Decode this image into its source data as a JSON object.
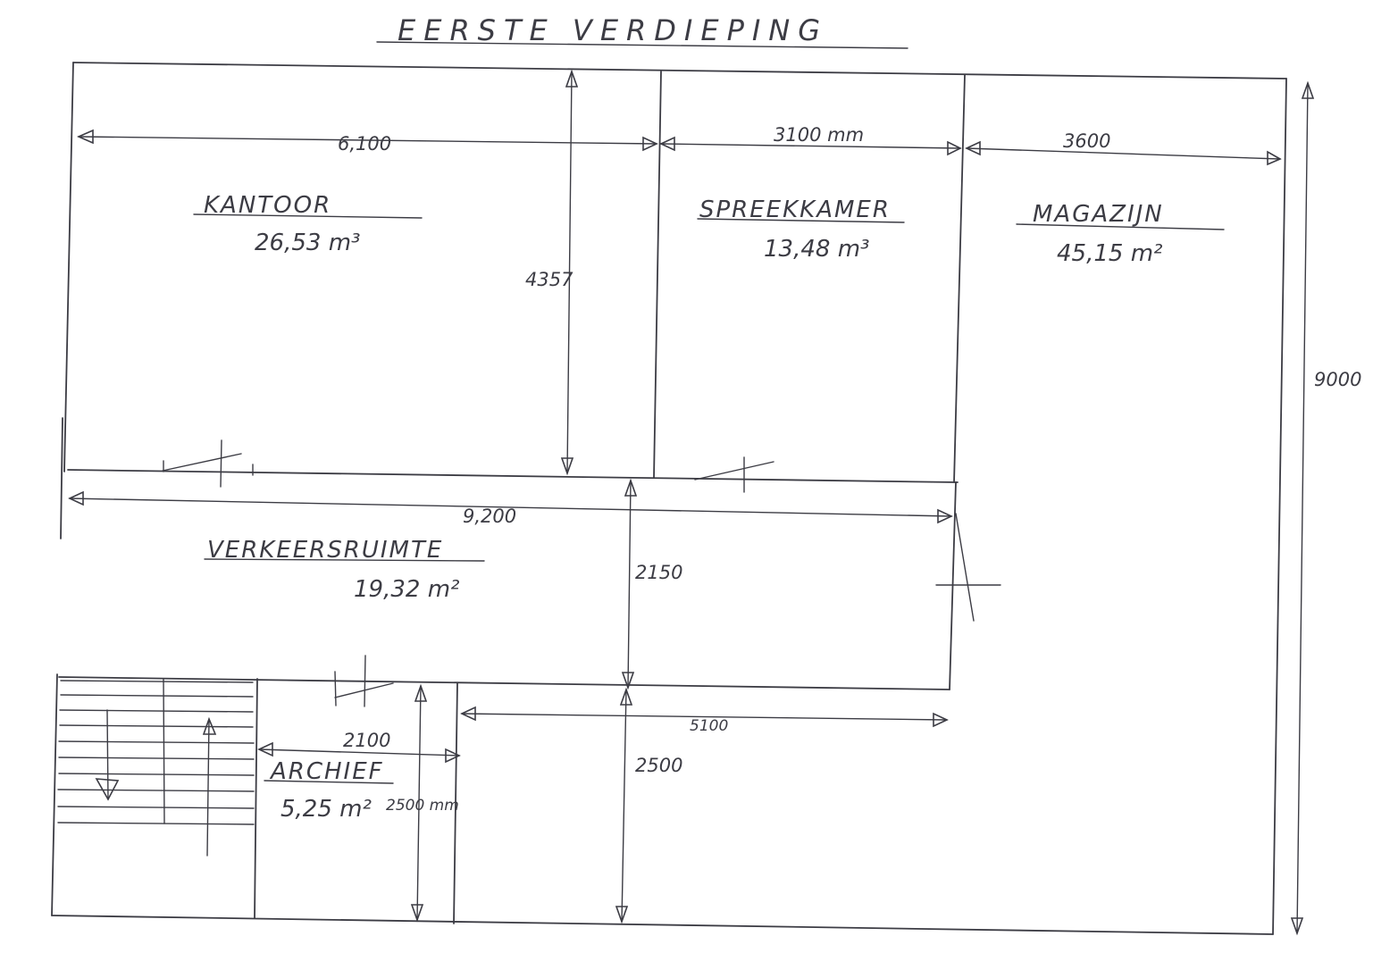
{
  "title": "EERSTE VERDIEPING",
  "rooms": [
    {
      "name": "KANTOOR",
      "area": "26,53 m³"
    },
    {
      "name": "SPREEKKAMER",
      "area": "13,48 m³"
    },
    {
      "name": "MAGAZIJN",
      "area": "45,15 m²"
    },
    {
      "name": "VERKEERSRUIMTE",
      "area": "19,32 m²"
    },
    {
      "name": "ARCHIEF",
      "area": "5,25 m²"
    }
  ],
  "dimensions": {
    "kantoor_width": "6,100",
    "spreekkamer_width": "3100 mm",
    "magazijn_width": "3600",
    "kantoor_height": "4357",
    "total_height": "9000",
    "corridor_width": "9,200",
    "corridor_height": "2150",
    "archief_width": "2100",
    "archief_height": "2500 mm",
    "lower_width": "5100",
    "lower_height": "2500"
  },
  "colors": {
    "pencil": "#3c3c44",
    "paper": "#ffffff"
  }
}
